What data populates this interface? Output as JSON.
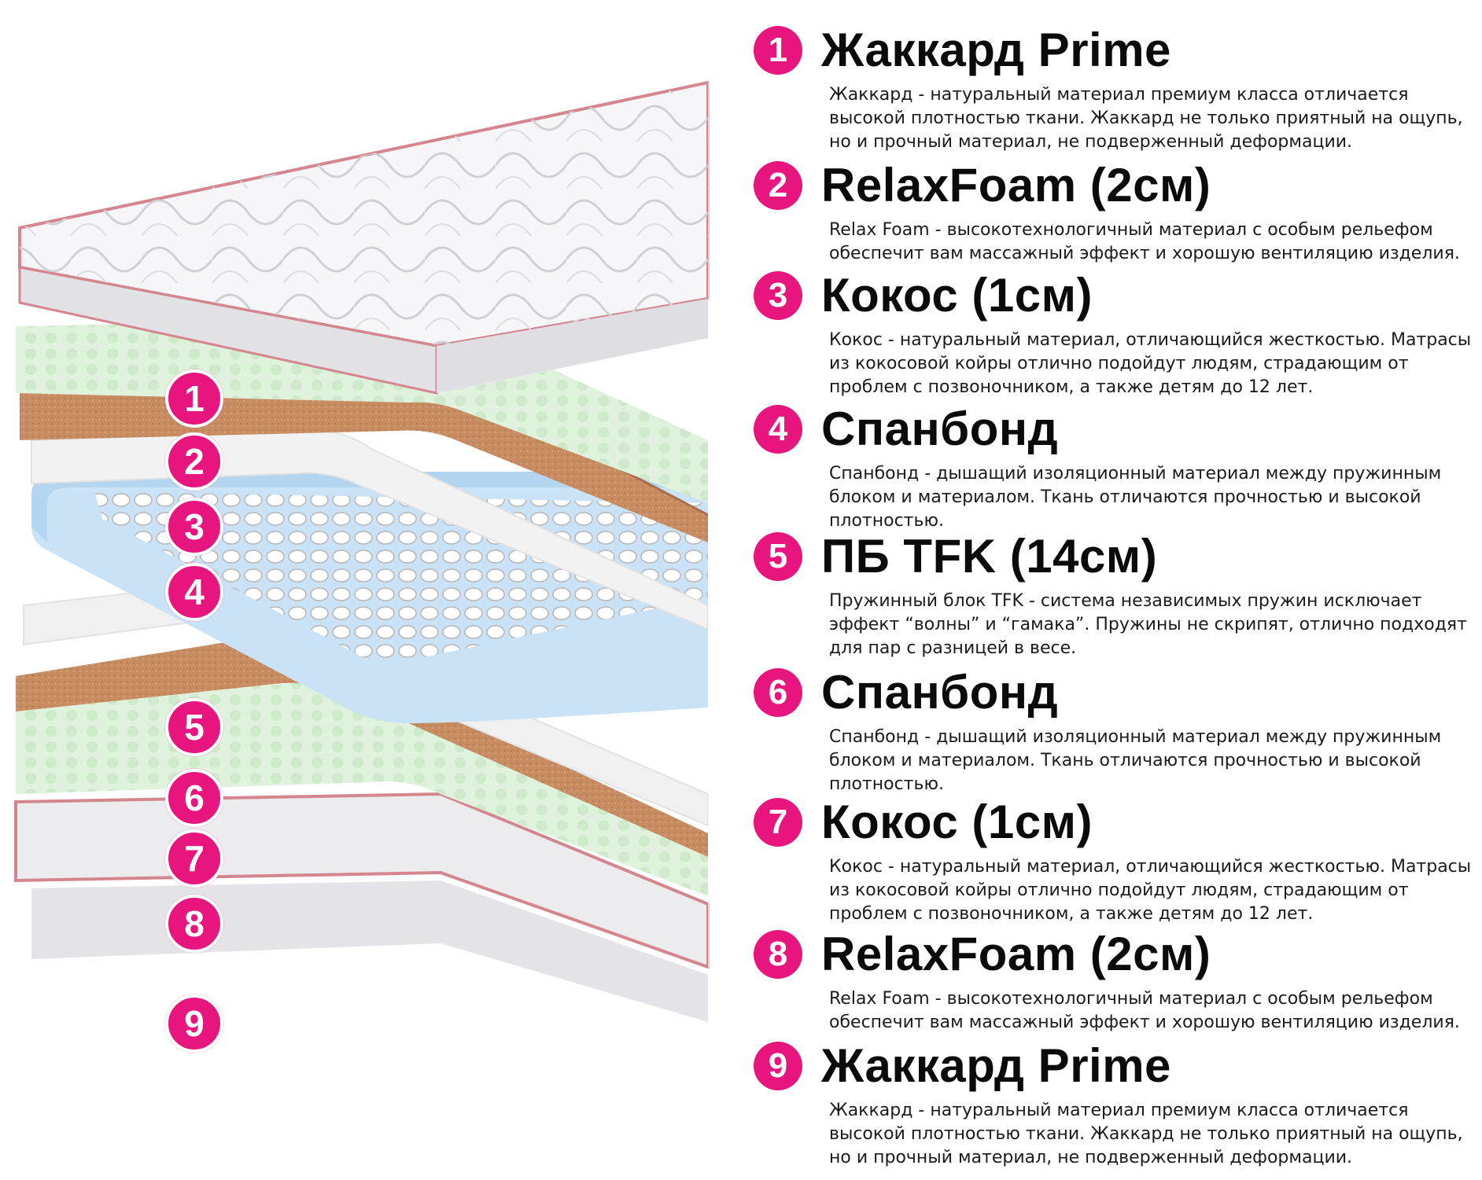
{
  "colors": {
    "accent": "#e8157e",
    "jacquard": "#f1f1f3",
    "relaxfoam": "#def2dc",
    "coconut": "#c98e63",
    "spunbond": "#efefef",
    "spring_block": "#c9e2f5",
    "piping": "#d4868f"
  },
  "layer_badges": [
    "1",
    "2",
    "3",
    "4",
    "5",
    "6",
    "7",
    "8",
    "9"
  ],
  "layers": [
    {
      "number": "1",
      "title": "Жаккард Prime",
      "description": "Жаккард - натуральный материал премиум класса отличается высокой плотностью ткани. Жаккард не только приятный на ощупь, но и прочный материал, не подверженный деформации."
    },
    {
      "number": "2",
      "title": "RelaxFoam (2см)",
      "description": "Relax Foam - высокотехнологичный материал с особым рельефом обеспечит вам массажный эффект и хорошую вентиляцию изделия."
    },
    {
      "number": "3",
      "title": "Кокос (1см)",
      "description": "Кокос - натуральный материал, отличающийся жесткостью. Матрасы из кокосовой койры отлично подойдут людям, страдающим от проблем с позвоночником, а также детям до 12 лет."
    },
    {
      "number": "4",
      "title": "Спанбонд",
      "description": "Спанбонд - дышащий изоляционный материал между пружинным блоком и материалом. Ткань отличаются прочностью и высокой плотностью."
    },
    {
      "number": "5",
      "title": "ПБ TFK (14см)",
      "description": "Пружинный блок TFK - система независимых пружин исключает эффект “волны” и “гамака”. Пружины не скрипят, отлично подходят для пар с разницей в весе."
    },
    {
      "number": "6",
      "title": "Спанбонд",
      "description": "Спанбонд - дышащий изоляционный материал между пружинным блоком и материалом. Ткань отличаются прочностью и высокой плотностью."
    },
    {
      "number": "7",
      "title": "Кокос (1см)",
      "description": "Кокос - натуральный материал, отличающийся жесткостью. Матрасы из кокосовой койры отлично подойдут людям, страдающим от проблем с позвоночником, а также детям до 12 лет."
    },
    {
      "number": "8",
      "title": "RelaxFoam (2см)",
      "description": "Relax Foam - высокотехнологичный материал с особым рельефом обеспечит вам массажный эффект и хорошую вентиляцию изделия."
    },
    {
      "number": "9",
      "title": "Жаккард Prime",
      "description": "Жаккард - натуральный материал премиум класса отличается высокой плотностью ткани. Жаккард не только приятный на ощупь, но и прочный материал, не подверженный деформации."
    }
  ]
}
